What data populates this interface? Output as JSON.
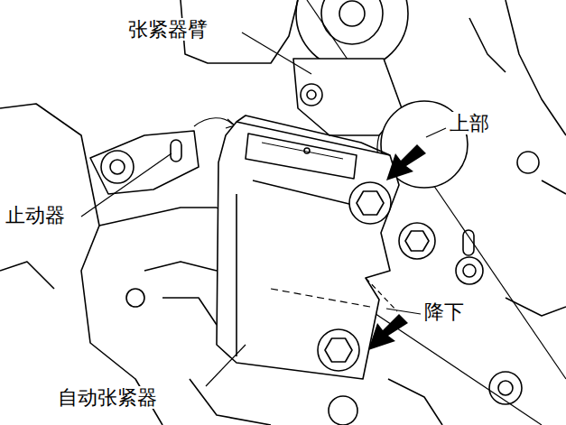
{
  "diagram": {
    "labels": [
      "张紧器臂",
      "上部",
      "止动器",
      "降下",
      "自动张紧器"
    ]
  }
}
